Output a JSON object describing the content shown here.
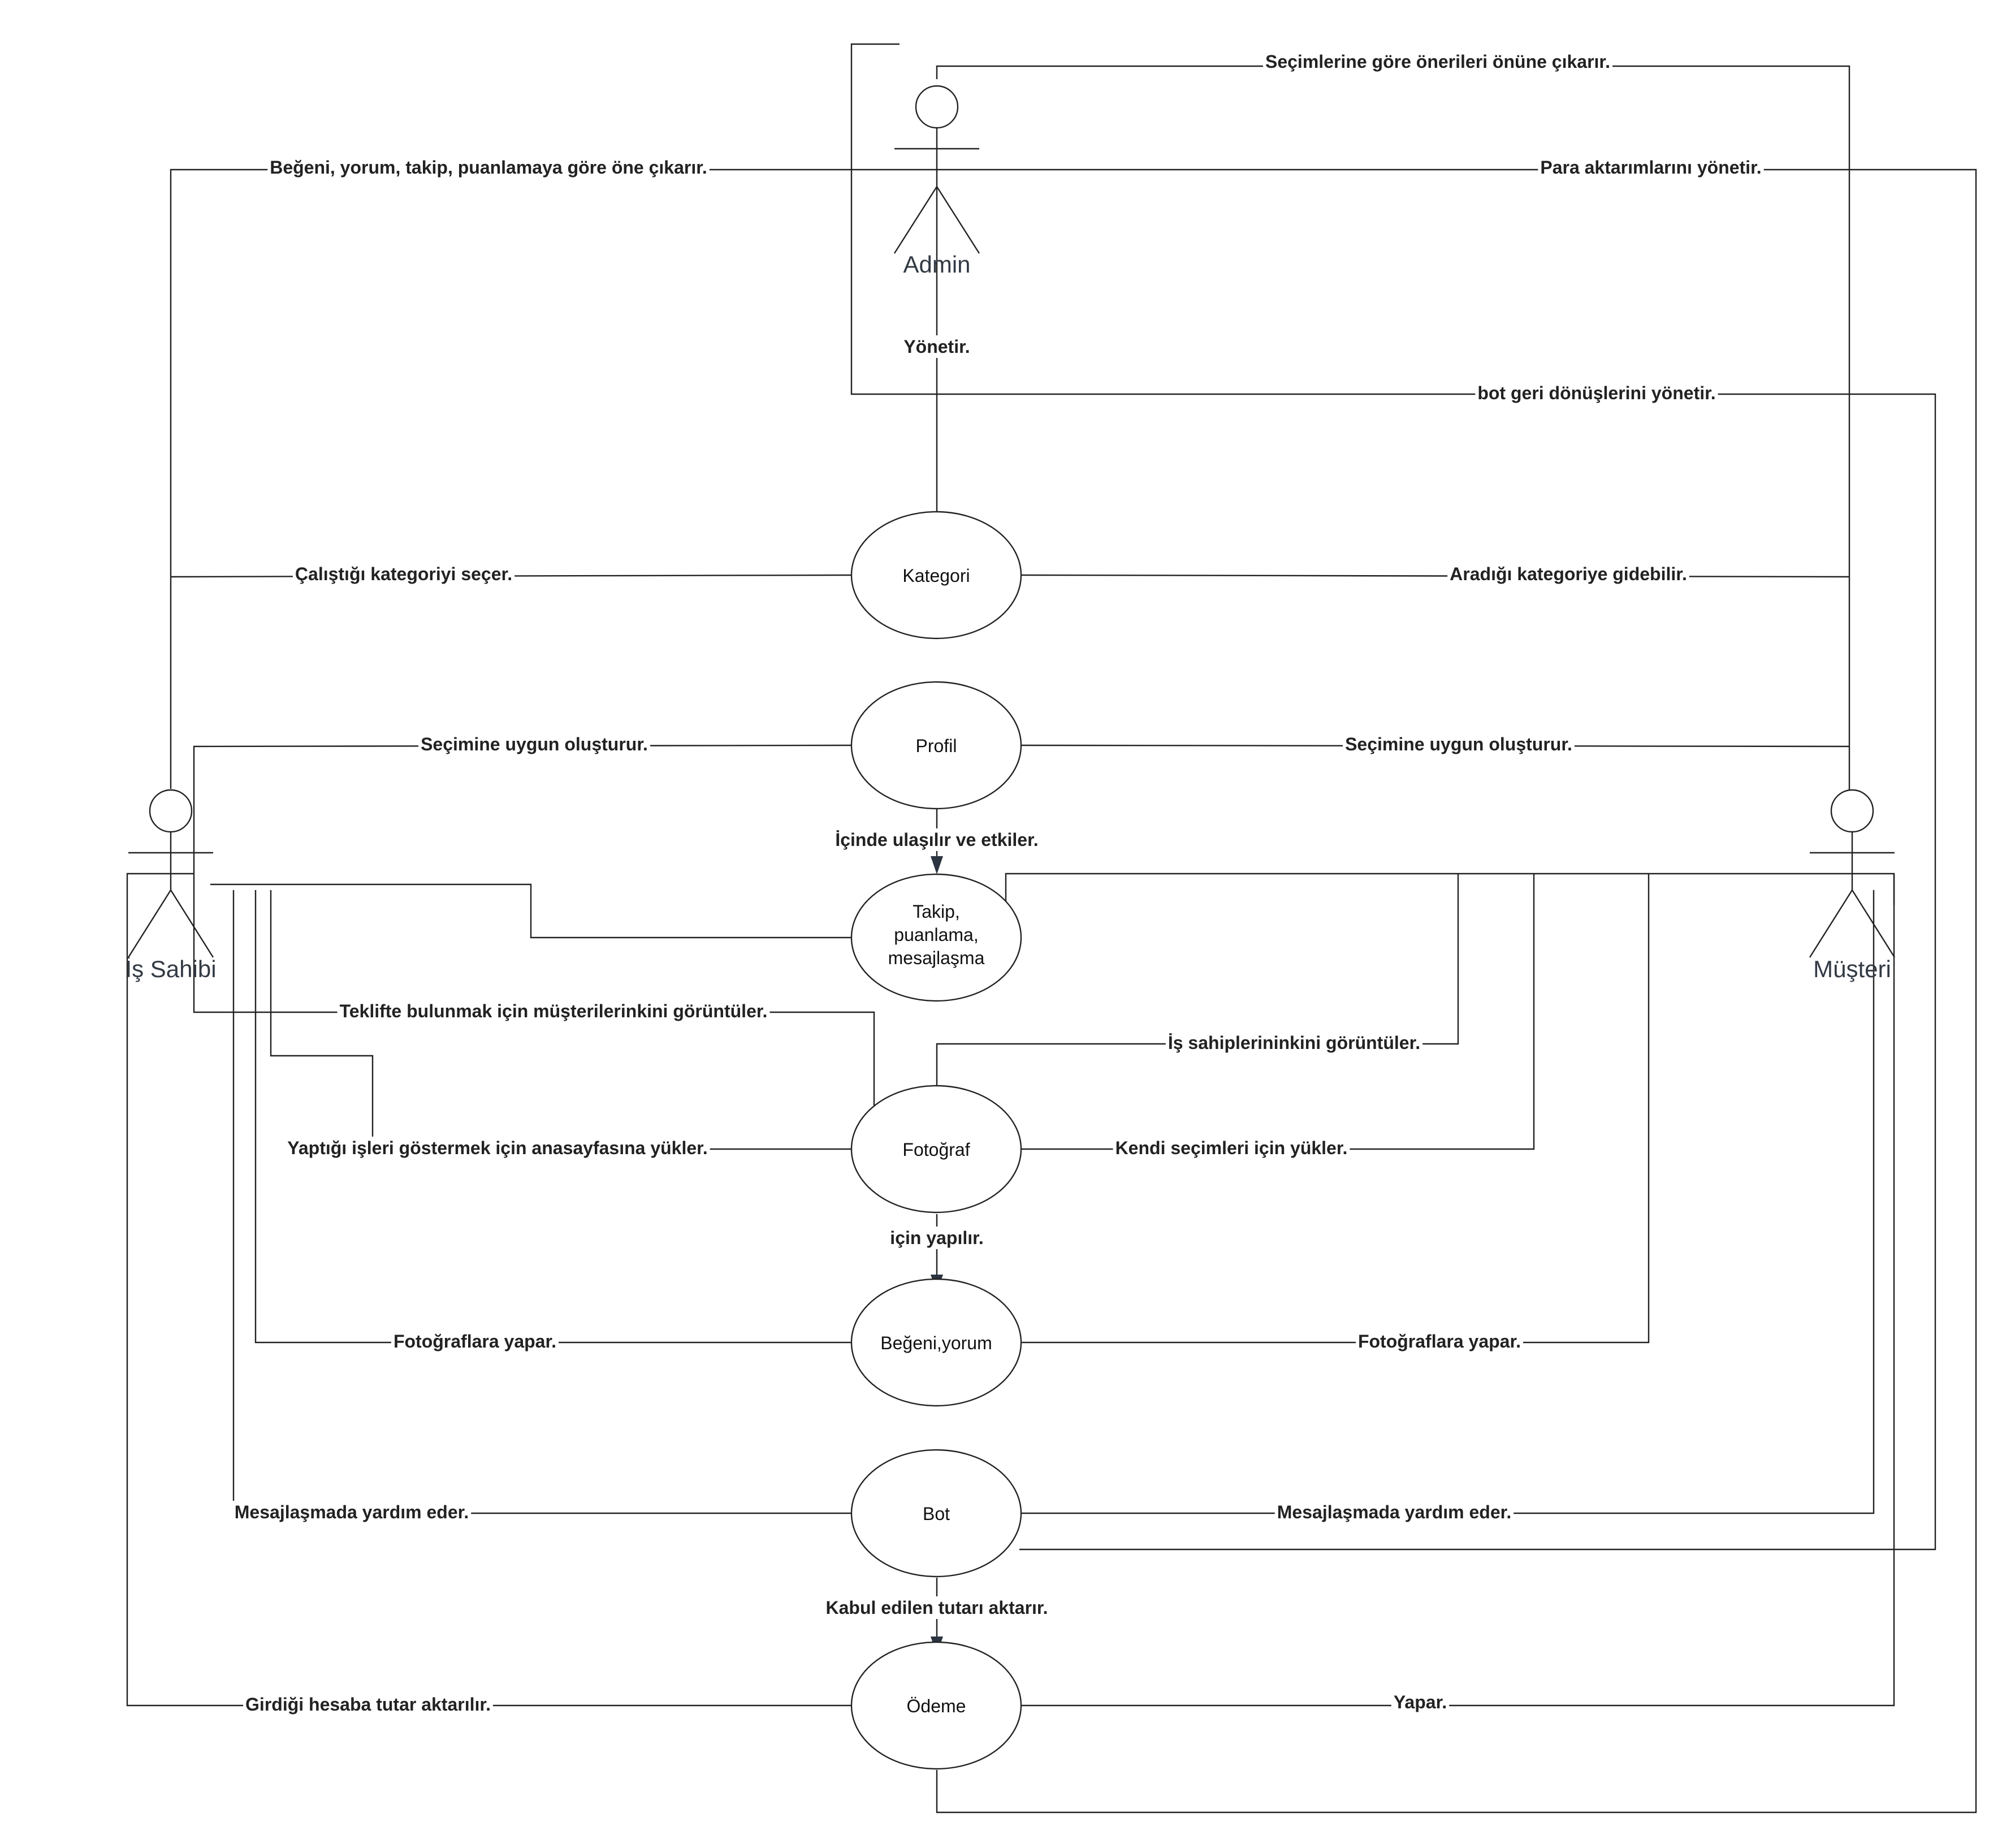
{
  "diagram": {
    "actors": [
      {
        "id": "admin",
        "name": "Admin"
      },
      {
        "id": "is_sahibi",
        "name": "İş Sahibi"
      },
      {
        "id": "musteri",
        "name": "Müşteri"
      }
    ],
    "use_cases": [
      {
        "id": "kategori",
        "lines": [
          "Kategori"
        ]
      },
      {
        "id": "profil",
        "lines": [
          "Profil"
        ]
      },
      {
        "id": "takip",
        "lines": [
          "Takip,",
          "puanlama,",
          "mesajlaşma"
        ]
      },
      {
        "id": "fotograf",
        "lines": [
          "Fotoğraf"
        ]
      },
      {
        "id": "begeni",
        "lines": [
          "Beğeni,yorum"
        ]
      },
      {
        "id": "bot",
        "lines": [
          "Bot"
        ]
      },
      {
        "id": "odeme",
        "lines": [
          "Ödeme"
        ]
      }
    ],
    "edge_labels": {
      "e01": "Seçimlerine göre önerileri önüne çıkarır.",
      "e02": "Beğeni, yorum, takip, puanlamaya göre öne çıkarır.",
      "e03": "Para aktarımlarını yönetir.",
      "e04": "Yönetir.",
      "e05": "bot geri dönüşlerini yönetir.",
      "e06": "Çalıştığı kategoriyi seçer.",
      "e07": "Aradığı kategoriye gidebilir.",
      "e08": "Seçimine uygun oluşturur.",
      "e09": "Seçimine uygun oluşturur.",
      "e10": "İçinde ulaşılır ve etkiler.",
      "e11": "Teklifte bulunmak için müşterilerinkini görüntüler.",
      "e12": "İş sahiplerininkini görüntüler.",
      "e13": "Yaptığı işleri göstermek için anasayfasına yükler.",
      "e14": "Kendi seçimleri için yükler.",
      "e15": "için yapılır.",
      "e16": "Fotoğraflara yapar.",
      "e17": "Fotoğraflara yapar.",
      "e18": "Mesajlaşmada yardım eder.",
      "e19": "Mesajlaşmada yardım eder.",
      "e20": "Kabul edilen tutarı aktarır.",
      "e21": "Girdiği hesaba tutar aktarılır.",
      "e22": "Yapar."
    }
  }
}
